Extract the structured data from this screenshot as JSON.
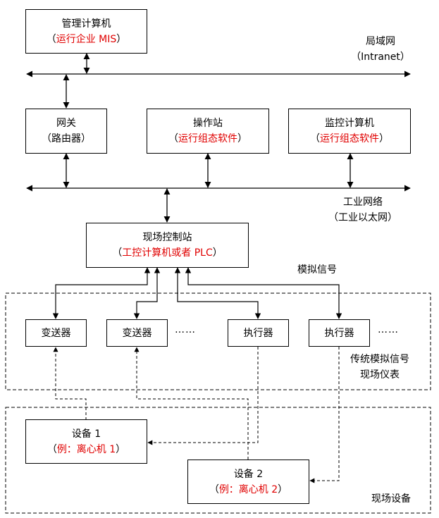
{
  "nodes": {
    "mgmt": {
      "title": "管理计算机",
      "sub": "运行企业 MIS"
    },
    "gateway": {
      "title": "网关",
      "sub": "路由器"
    },
    "operator": {
      "title": "操作站",
      "sub": "运行组态软件"
    },
    "monitor": {
      "title": "监控计算机",
      "sub": "运行组态软件"
    },
    "field_station": {
      "title": "现场控制站",
      "sub": "工控计算机或者 PLC"
    },
    "transmitter1": {
      "title": "变送器"
    },
    "transmitter2": {
      "title": "变送器"
    },
    "actuator1": {
      "title": "执行器"
    },
    "actuator2": {
      "title": "执行器"
    },
    "device1": {
      "title": "设备 1",
      "sub": "例：离心机 1"
    },
    "device2": {
      "title": "设备 2",
      "sub": "例：离心机 2"
    }
  },
  "labels": {
    "lan_title": "局域网",
    "lan_sub": "（Intranet）",
    "industrial_title": "工业网络",
    "industrial_sub": "（工业以太网）",
    "analog_signal": "模拟信号",
    "traditional_line1": "传统模拟信号",
    "traditional_line2": "现场仪表",
    "field_devices": "现场设备",
    "ellipsis": "……",
    "paren_open": "（",
    "paren_close": "）"
  },
  "colors": {
    "highlight": "#e00000",
    "line": "#000000"
  }
}
